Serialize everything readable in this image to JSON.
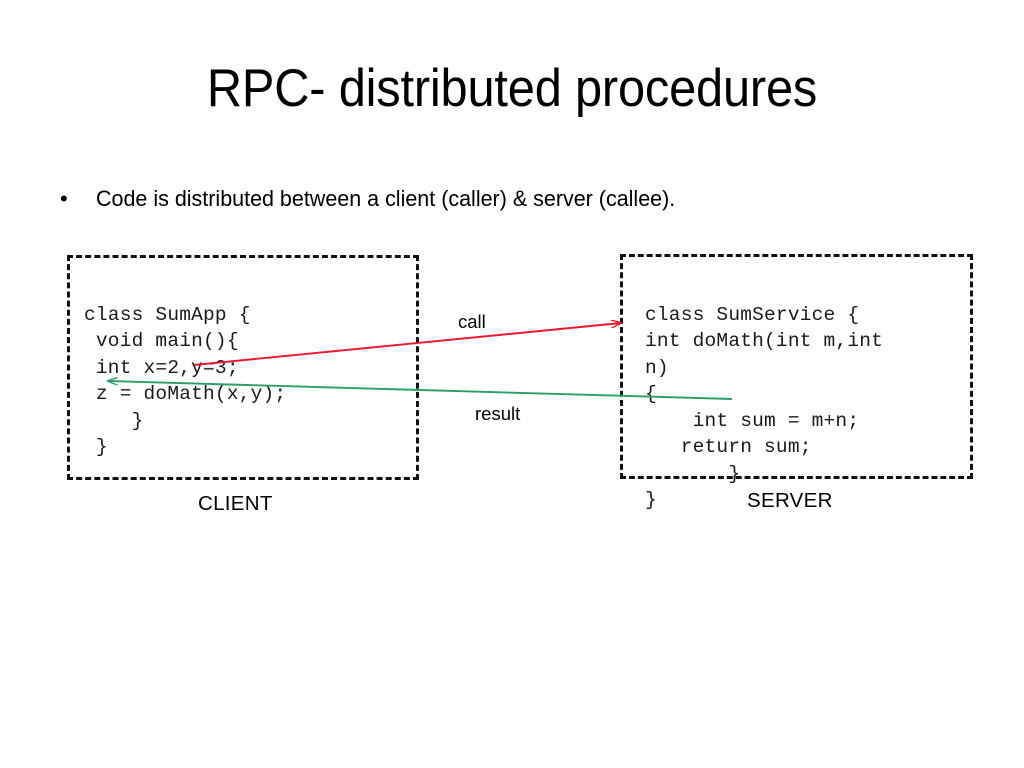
{
  "slide": {
    "title": "RPC- distributed procedures",
    "bullet_marker": "•",
    "bullet_text": "Code is distributed between a client (caller) & server (callee)."
  },
  "client": {
    "caption": "CLIENT",
    "code": "class SumApp {\n void main(){\n int x=2,y=3;\n z = doMath(x,y);\n    }\n }"
  },
  "server": {
    "caption": "SERVER",
    "code": "class SumService {\nint doMath(int m,int\nn)\n{\n    int sum = m+n;\n   return sum;\n       }\n}"
  },
  "arrows": {
    "call_label": "call",
    "result_label": "result",
    "call_color": "#e8192c",
    "result_color": "#2e9e68"
  }
}
